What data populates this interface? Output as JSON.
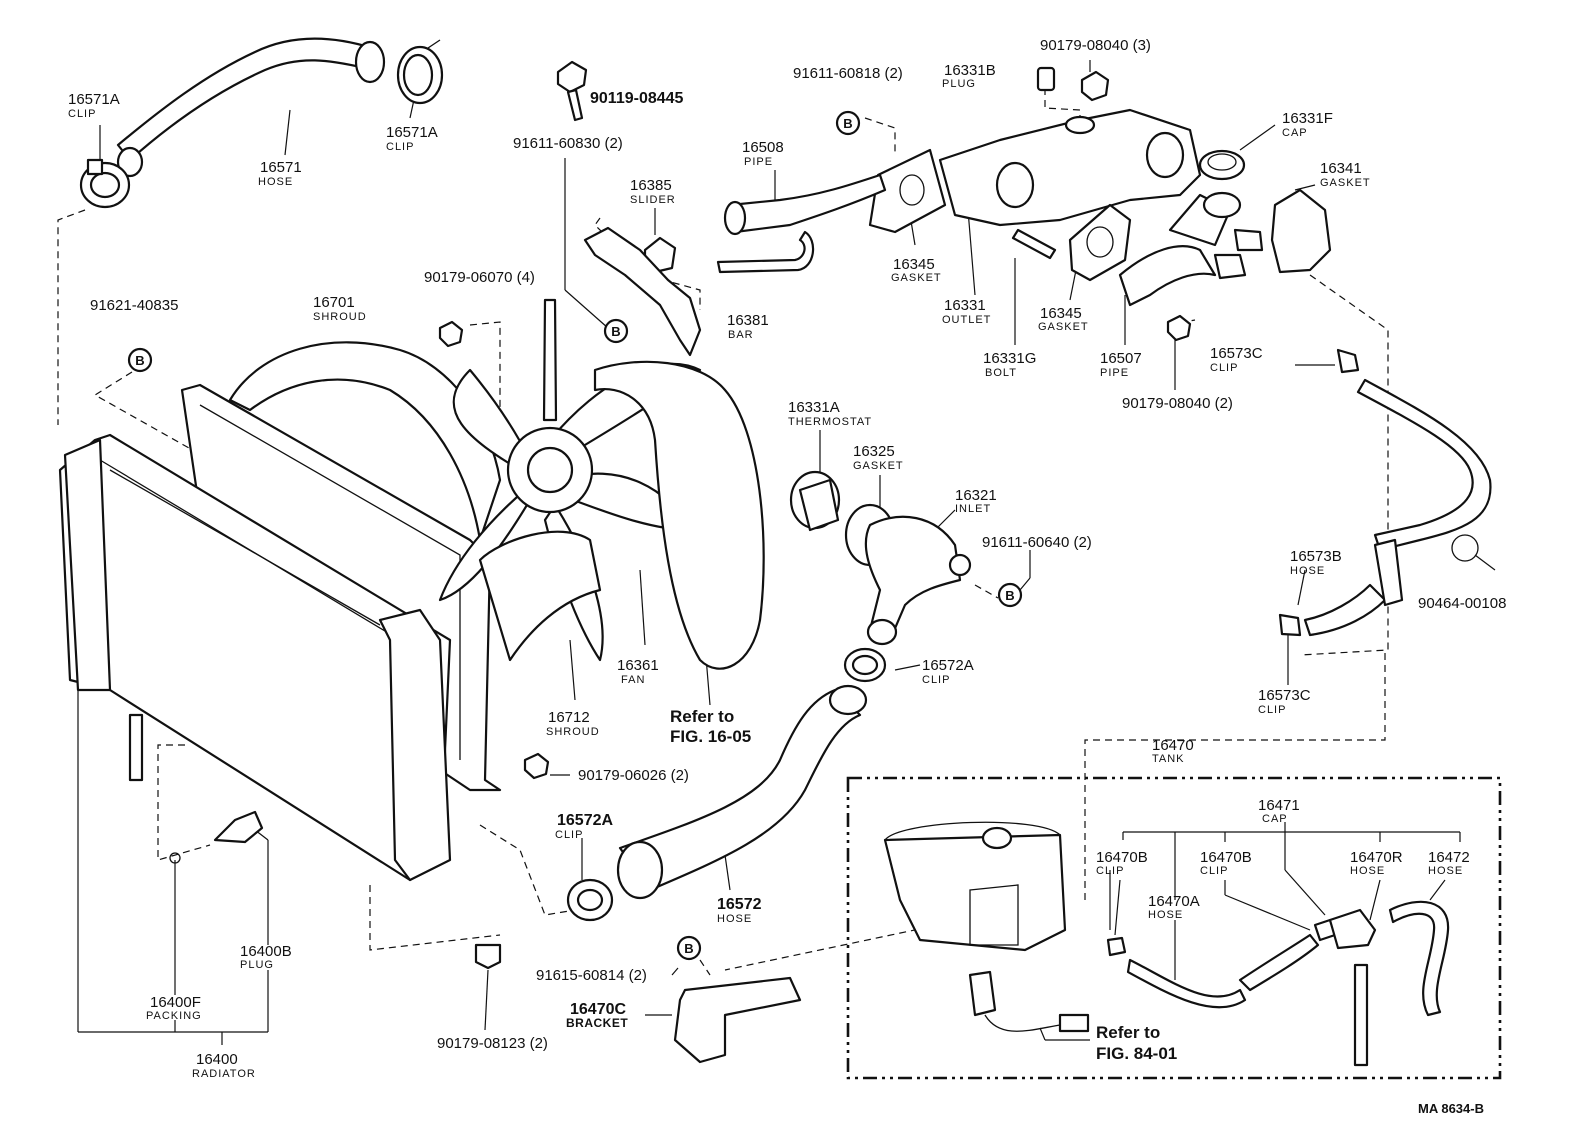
{
  "parts": {
    "p16571A_1": {
      "number": "16571A",
      "name": "CLIP"
    },
    "p16571A_2": {
      "number": "16571A",
      "name": "CLIP"
    },
    "p16571": {
      "number": "16571",
      "name": "HOSE"
    },
    "p90119": {
      "number": "90119-08445",
      "name": ""
    },
    "p91611_60830": {
      "number": "91611-60830 (2)",
      "name": ""
    },
    "p16385": {
      "number": "16385",
      "name": "SLIDER"
    },
    "p91611_60818": {
      "number": "91611-60818 (2)",
      "name": ""
    },
    "p16331B": {
      "number": "16331B",
      "name": "PLUG"
    },
    "p90179_08040_3": {
      "number": "90179-08040 (3)",
      "name": ""
    },
    "p16508": {
      "number": "16508",
      "name": "PIPE"
    },
    "p16331F": {
      "number": "16331F",
      "name": "CAP"
    },
    "p16341": {
      "number": "16341",
      "name": "GASKET"
    },
    "p16345_1": {
      "number": "16345",
      "name": "GASKET"
    },
    "p16331": {
      "number": "16331",
      "name": "OUTLET"
    },
    "p16345_2": {
      "number": "16345",
      "name": "GASKET"
    },
    "p16331G": {
      "number": "16331G",
      "name": "BOLT"
    },
    "p16507": {
      "number": "16507",
      "name": "PIPE"
    },
    "p90179_08040_2": {
      "number": "90179-08040 (2)",
      "name": ""
    },
    "p16573C_1": {
      "number": "16573C",
      "name": "CLIP"
    },
    "p91621": {
      "number": "91621-40835",
      "name": ""
    },
    "p16701": {
      "number": "16701",
      "name": "SHROUD"
    },
    "p90179_06070": {
      "number": "90179-06070 (4)",
      "name": ""
    },
    "p16381": {
      "number": "16381",
      "name": "BAR"
    },
    "p16331A": {
      "number": "16331A",
      "name": "THERMOSTAT"
    },
    "p16325": {
      "number": "16325",
      "name": "GASKET"
    },
    "p16321": {
      "number": "16321",
      "name": "INLET"
    },
    "p91611_60640": {
      "number": "91611-60640 (2)",
      "name": ""
    },
    "p16573B": {
      "number": "16573B",
      "name": "HOSE"
    },
    "p90464": {
      "number": "90464-00108",
      "name": ""
    },
    "p16361": {
      "number": "16361",
      "name": "FAN"
    },
    "p16712": {
      "number": "16712",
      "name": "SHROUD"
    },
    "p16572A_1": {
      "number": "16572A",
      "name": "CLIP"
    },
    "p16573C_2": {
      "number": "16573C",
      "name": "CLIP"
    },
    "p90179_06026": {
      "number": "90179-06026 (2)",
      "name": ""
    },
    "p16572A_2": {
      "number": "16572A",
      "name": "CLIP"
    },
    "p16572": {
      "number": "16572",
      "name": "HOSE"
    },
    "p16470": {
      "number": "16470",
      "name": "TANK"
    },
    "p16471": {
      "number": "16471",
      "name": "CAP"
    },
    "p16470B_1": {
      "number": "16470B",
      "name": "CLIP"
    },
    "p16470B_2": {
      "number": "16470B",
      "name": "CLIP"
    },
    "p16470R": {
      "number": "16470R",
      "name": "HOSE"
    },
    "p16472": {
      "number": "16472",
      "name": "HOSE"
    },
    "p16470A": {
      "number": "16470A",
      "name": "HOSE"
    },
    "p16400B": {
      "number": "16400B",
      "name": "PLUG"
    },
    "p16400F": {
      "number": "16400F",
      "name": "PACKING"
    },
    "p16400": {
      "number": "16400",
      "name": "RADIATOR"
    },
    "p90179_08123": {
      "number": "90179-08123 (2)",
      "name": ""
    },
    "p91615": {
      "number": "91615-60814 (2)",
      "name": ""
    },
    "p16470C": {
      "number": "16470C",
      "name": "BRACKET"
    }
  },
  "references": {
    "fig1605": {
      "line1": "Refer to",
      "line2": "FIG. 16-05"
    },
    "fig8401": {
      "line1": "Refer to",
      "line2": "FIG. 84-01"
    }
  },
  "bubble_label": "B",
  "figure_code": "MA  8634-B"
}
